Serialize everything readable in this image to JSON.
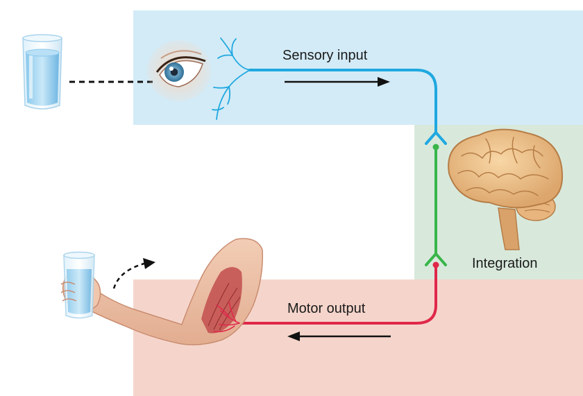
{
  "labels": {
    "sensory": "Sensory input",
    "integration": "Integration",
    "motor": "Motor output"
  },
  "colors": {
    "sensory_region": "#d3ebf7",
    "integration_region": "#d8e9dc",
    "motor_region": "#f5d5cb",
    "sensory_nerve": "#1fa8e0",
    "integration_nerve": "#39b54a",
    "motor_nerve": "#e0284a"
  },
  "icons": [
    "glass-of-water-icon",
    "eye-icon",
    "brain-icon",
    "arm-holding-glass-icon",
    "right-arrow-icon",
    "left-arrow-icon",
    "curved-dashed-arrow-icon"
  ]
}
